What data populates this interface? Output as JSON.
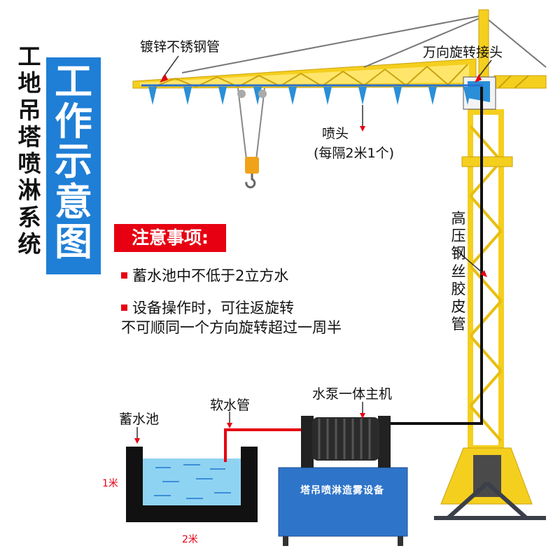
{
  "side_title": "工地吊塔喷淋系统",
  "main_title": "工作示意图",
  "notes": {
    "title": "注意事项:",
    "items": [
      {
        "line1": "蓄水池中不低于2立方水",
        "line2": ""
      },
      {
        "line1": "设备操作时，可往返旋转",
        "line2": "不可顺同一个方向旋转超过一周半"
      }
    ]
  },
  "labels": {
    "galvanized_pipe": "镀锌不锈钢管",
    "swivel_joint": "万向旋转接头",
    "nozzle": "喷头",
    "nozzle_spacing": "(每隔2米1个)",
    "hose_vertical": "高压钢丝胶皮管",
    "pump_unit": "水泵一体主机",
    "soft_hose": "软水管",
    "reservoir": "蓄水池",
    "machine_name": "塔吊喷淋造雾设备"
  },
  "dimensions": {
    "height": "1米",
    "width": "2米"
  },
  "colors": {
    "crane": "#f5cf1e",
    "panel": "#1f7fd6",
    "accent": "#e60012",
    "machine": "#2e74c9",
    "water": "#8fd3f2"
  }
}
